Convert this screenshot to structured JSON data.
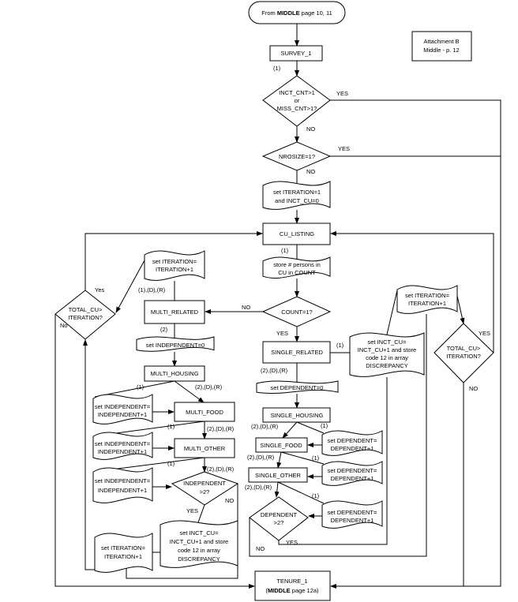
{
  "start": {
    "prefix": "From ",
    "bold": "MIDDLE",
    "suffix": " page 10, 11"
  },
  "attachment": {
    "line1": "Attachment B",
    "line2": "Middle - p. 12"
  },
  "survey": "SURVEY_1",
  "labels": {
    "one": "(1)",
    "two": "(2)",
    "two_d_r": "(2),(D),(R)",
    "one_d_r": "(1),(D),(R)",
    "yes": "YES",
    "no": "NO",
    "yes_lc": "Yes",
    "no_lc": "No"
  },
  "decision_inct": {
    "line1": "INCT_CNT>1",
    "line2": "or",
    "line3": "MISS_CNT>1?"
  },
  "decision_nrosize": "NROSIZE=1?",
  "set_iteration_init": {
    "line1": "set ITERATION=1",
    "line2": "and INCT_CU=0"
  },
  "cu_listing": "CU_LISTING",
  "store_persons": {
    "line1": "store # persons in",
    "line2": "CU in COUNT"
  },
  "decision_count": "COUNT=1?",
  "set_iteration_inc": {
    "line1": "set ITERATION=",
    "line2": "ITERATION+1"
  },
  "decision_total_cu": {
    "line1": "TOTAL_CU>",
    "line2": "ITERATION?"
  },
  "multi_related": "MULTI_RELATED",
  "set_independent_zero": "set INDEPENDENT=0",
  "multi_housing": "MULTI_HOUSING",
  "multi_food": "MULTI_FOOD",
  "multi_other": "MULTI_OTHER",
  "set_independent_inc": {
    "line1": "set INDEPENDENT=",
    "line2": "INDEPENDENT+1"
  },
  "decision_independent": {
    "line1": "INDEPENDENT",
    "line2": ">2?"
  },
  "set_inct_cu": {
    "line1": "set INCT_CU=",
    "line2": "INCT_CU+1 and store",
    "line3": "code 12 in array",
    "line4": "DISCREPANCY"
  },
  "single_related": "SINGLE_RELATED",
  "set_dependent_zero": "set DEPENDENT=0",
  "single_housing": "SINGLE_HOUSING",
  "single_food": "SINGLE_FOOD",
  "single_other": "SINGLE_OTHER",
  "set_dependent_inc": {
    "line1": "set DEPENDENT=",
    "line2": "DEPENDENT+1"
  },
  "decision_dependent": {
    "line1": "DEPENDENT",
    "line2": ">2?"
  },
  "tenure": {
    "line1": "TENURE_1",
    "open": "(",
    "bold": "MIDDLE",
    "suffix": " page 12a)"
  }
}
